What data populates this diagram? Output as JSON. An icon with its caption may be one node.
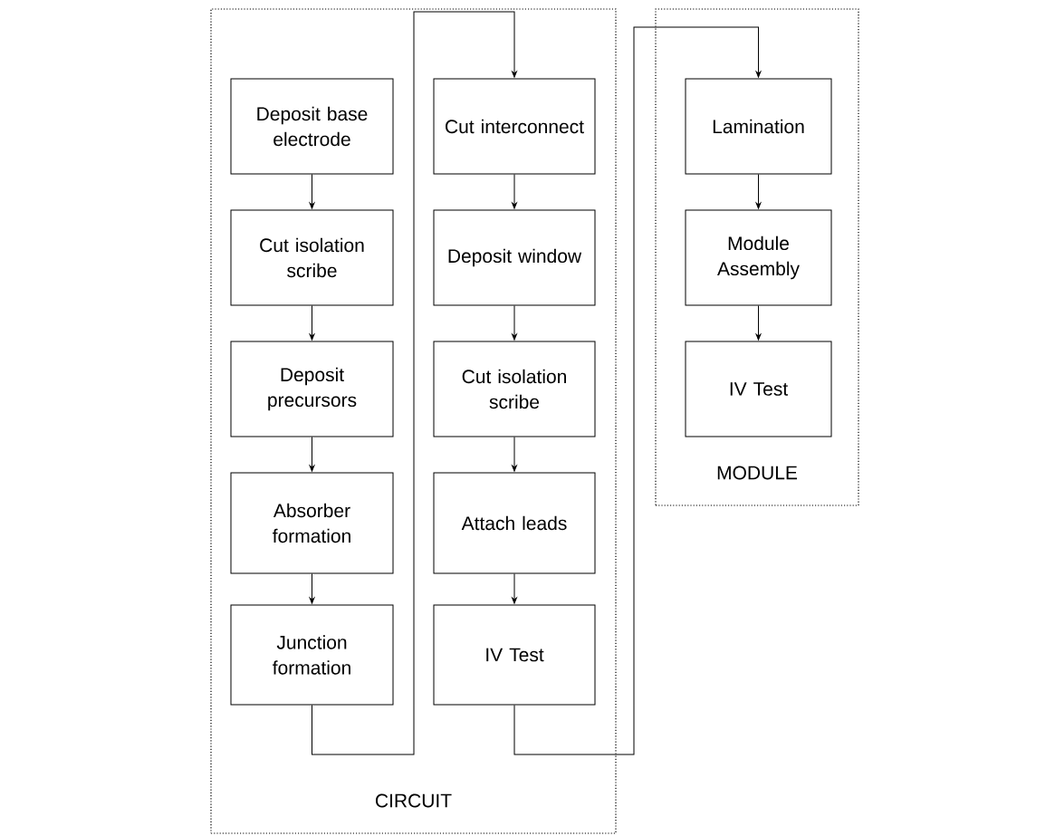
{
  "diagram": {
    "nodes": [
      {
        "text": [
          "CIRCUIT"
        ]
      },
      {
        "text": [
          "Deposit base electrode"
        ],
        "in": 0
      },
      {
        "text": [
          "Cut isolation scribe"
        ],
        "in": 0
      },
      {
        "text": [
          "Deposit precursors"
        ],
        "in": 0
      },
      {
        "text": [
          "Absorber formation"
        ],
        "in": 0
      },
      {
        "text": [
          "Junction formation"
        ],
        "in": 0
      },
      {
        "text": [
          "Cut interconnect"
        ],
        "in": 0
      },
      {
        "text": [
          "Deposit window"
        ],
        "in": 0
      },
      {
        "text": [
          "Cut isolation scribe"
        ],
        "in": 0
      },
      {
        "text": [
          "Attach leads"
        ],
        "in": 0
      },
      {
        "text": [
          "IV Test"
        ],
        "in": 0
      },
      {
        "text": [
          "MODULE"
        ]
      },
      {
        "text": [
          "Lamination"
        ],
        "in": 11
      },
      {
        "text": [
          "Module Assembly"
        ],
        "in": 11
      },
      {
        "text": [
          "IV Test"
        ],
        "in": 11
      }
    ],
    "edges": [
      {
        "from": 1,
        "to": 2,
        "arrow": "to"
      },
      {
        "from": 2,
        "to": 3,
        "arrow": "to"
      },
      {
        "from": 3,
        "to": 4,
        "arrow": "to"
      },
      {
        "from": 4,
        "to": 5,
        "arrow": "to"
      },
      {
        "from": 5,
        "to": 6,
        "arrow": "to"
      },
      {
        "from": 6,
        "to": 7,
        "arrow": "to"
      },
      {
        "from": 7,
        "to": 8,
        "arrow": "to"
      },
      {
        "from": 8,
        "to": 9,
        "arrow": "to"
      },
      {
        "from": 9,
        "to": 10,
        "arrow": "to"
      },
      {
        "from": 10,
        "to": 12,
        "arrow": "to"
      },
      {
        "from": 12,
        "to": 13,
        "arrow": "to"
      },
      {
        "from": 13,
        "to": 14,
        "arrow": "to"
      }
    ]
  }
}
